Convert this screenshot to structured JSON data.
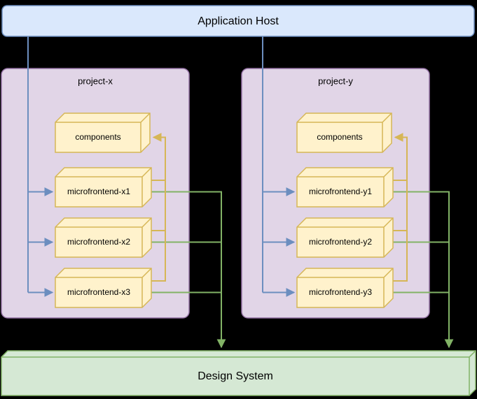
{
  "colors": {
    "background": "#000000",
    "host_fill": "#dae8fc",
    "host_stroke": "#6c8ebf",
    "project_fill": "#e1d5e7",
    "project_stroke": "#9673a6",
    "module_fill": "#fff2cc",
    "module_stroke": "#d6b656",
    "design_fill": "#d5e8d4",
    "design_stroke": "#82b366",
    "arrow_host": "#6c8ebf",
    "arrow_components": "#d6b656",
    "arrow_design": "#82b366",
    "text": "#000000"
  },
  "host": {
    "label": "Application Host"
  },
  "projects": [
    {
      "label": "project-x",
      "boxes": [
        {
          "label": "components"
        },
        {
          "label": "microfrontend-x1"
        },
        {
          "label": "microfrontend-x2"
        },
        {
          "label": "microfrontend-x3"
        }
      ]
    },
    {
      "label": "project-y",
      "boxes": [
        {
          "label": "components"
        },
        {
          "label": "microfrontend-y1"
        },
        {
          "label": "microfrontend-y2"
        },
        {
          "label": "microfrontend-y3"
        }
      ]
    }
  ],
  "design_system": {
    "label": "Design System"
  },
  "edges": {
    "host_to_microfrontends": {
      "color": "#6c8ebf",
      "from": "Application Host",
      "to": [
        "microfrontend-x1",
        "microfrontend-x2",
        "microfrontend-x3",
        "microfrontend-y1",
        "microfrontend-y2",
        "microfrontend-y3"
      ]
    },
    "microfrontends_to_components": {
      "color": "#d6b656",
      "from": [
        "microfrontend-x1",
        "microfrontend-x2",
        "microfrontend-x3",
        "microfrontend-y1",
        "microfrontend-y2",
        "microfrontend-y3"
      ],
      "to": "components"
    },
    "microfrontends_to_design_system": {
      "color": "#82b366",
      "from": [
        "microfrontend-x1",
        "microfrontend-x2",
        "microfrontend-x3",
        "microfrontend-y1",
        "microfrontend-y2",
        "microfrontend-y3"
      ],
      "to": "Design System"
    }
  }
}
